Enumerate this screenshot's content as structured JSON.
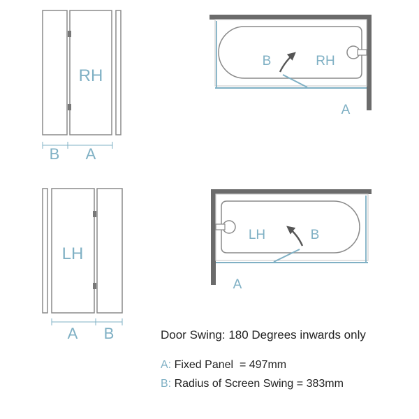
{
  "colors": {
    "accent": "#7fb0c4",
    "line": "#8a8a8a",
    "wall": "#6b6b6b",
    "text": "#222222",
    "outline": "#cfcfcf"
  },
  "diagrams": {
    "rh_elevation": {
      "handing": "RH",
      "dim_left": "B",
      "dim_right": "A"
    },
    "rh_plan": {
      "handing": "RH",
      "swing": "B",
      "fixed": "A"
    },
    "lh_elevation": {
      "handing": "LH",
      "dim_left": "A",
      "dim_right": "B"
    },
    "lh_plan": {
      "handing": "LH",
      "swing": "B",
      "fixed": "A"
    }
  },
  "legend": {
    "door_swing": "Door Swing: 180 Degrees inwards only",
    "a_key": "A:",
    "a_text": " Fixed Panel  = 497mm",
    "b_key": "B:",
    "b_text": " Radius of Screen Swing = 383mm"
  }
}
